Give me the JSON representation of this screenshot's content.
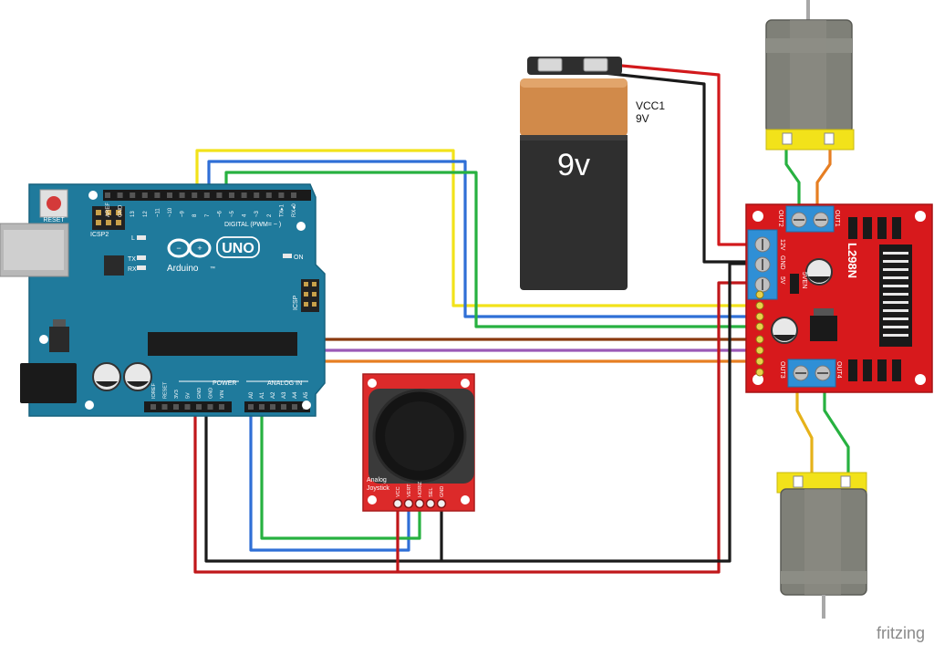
{
  "battery": {
    "voltage_label": "9v",
    "net_name": "VCC1",
    "net_value": "9V"
  },
  "arduino": {
    "reset_label": "RESET",
    "icsp2_label": "ICSP2",
    "icsp_label": "ICSP",
    "led_l_label": "L",
    "led_tx_label": "TX",
    "led_rx_label": "RX",
    "on_label": "ON",
    "brand_label": "Arduino",
    "model_label": "UNO",
    "tm_label": "™",
    "digital_label": "DIGITAL (PWM= ~ )",
    "power_label": "POWER",
    "analog_label": "ANALOG IN",
    "digital_pins": [
      "AREF",
      "GND",
      "13",
      "12",
      "~11",
      "~10",
      "~9",
      "8",
      "7",
      "~6",
      "~5",
      "4",
      "~3",
      "2",
      "TX▸1",
      "RX◂0"
    ],
    "power_pins": [
      "IOREF",
      "RESET",
      "3V3",
      "5V",
      "GND",
      "GND",
      "VIN"
    ],
    "analog_pins": [
      "A0",
      "A1",
      "A2",
      "A3",
      "A4",
      "A5"
    ]
  },
  "driver": {
    "chip_label": "L298N",
    "out1_label": "OUT1",
    "out2_label": "OUT2",
    "out3_label": "OUT3",
    "out4_label": "OUT4",
    "v12_label": "12V",
    "gnd_label": "GND",
    "v5_label": "5V",
    "en_label": "5VEN"
  },
  "joystick": {
    "name_line1": "Analog",
    "name_line2": "Joystick",
    "pins": [
      "VCC",
      "VERT",
      "HORIZ",
      "SEL",
      "GND"
    ]
  },
  "footer": {
    "brand": "fritzing"
  },
  "colors": {
    "board_blue": "#1f7a9c",
    "driver_red": "#d7191c",
    "joystick_red": "#dc2a2a",
    "wire_red": "#c0171a",
    "wire_black": "#1a1a1a",
    "wire_yellow": "#f2e21a",
    "wire_blue": "#2f6fd6",
    "wire_green": "#27b140",
    "wire_brown": "#8a3a10",
    "wire_purple": "#9b59b6",
    "wire_orange": "#e67e22",
    "terminal_blue": "#2f8fd6",
    "motor_gray": "#7f8078",
    "motor_yellow": "#f2e21a"
  }
}
